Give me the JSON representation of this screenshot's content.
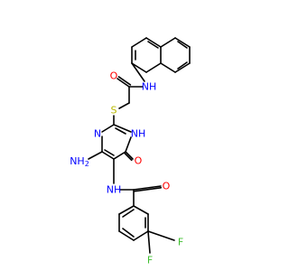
{
  "colors": {
    "background": "#ffffff",
    "bond": "#000000",
    "N": "#0000ff",
    "O": "#ff0000",
    "S": "#b8b800",
    "F": "#3fbf2f"
  },
  "atoms": {
    "nh_amide_top": {
      "label": "NH",
      "element": "N"
    },
    "o_amide_top": {
      "label": "O",
      "element": "O"
    },
    "s_thioether": {
      "label": "S",
      "element": "S"
    },
    "n_ring_left": {
      "label": "N",
      "element": "N"
    },
    "nh_ring": {
      "label": "NH",
      "element": "N"
    },
    "nh2_amino": {
      "label": "NH",
      "sub": "2",
      "element": "N"
    },
    "o_ring": {
      "label": "O",
      "element": "O"
    },
    "nh_amide_bottom": {
      "label": "NH",
      "element": "N"
    },
    "o_amide_bottom": {
      "label": "O",
      "element": "O"
    },
    "f_meta": {
      "label": "F",
      "element": "F"
    },
    "f_para": {
      "label": "F",
      "element": "F"
    }
  }
}
